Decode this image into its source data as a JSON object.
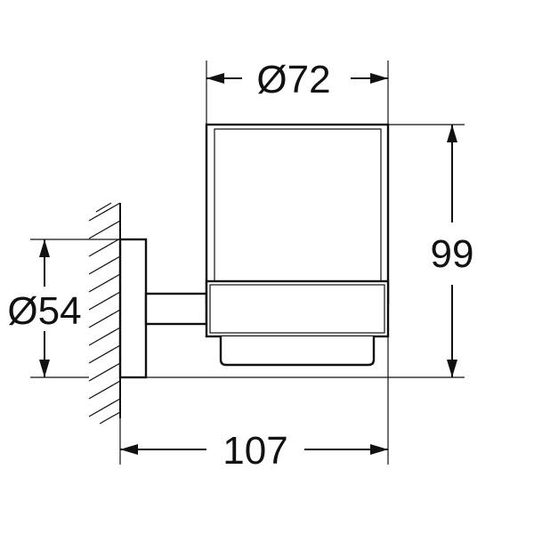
{
  "dimensions": {
    "glass_diameter": "Ø72",
    "height": "99",
    "rosette_diameter": "Ø54",
    "projection": "107"
  },
  "colors": {
    "line": "#111111",
    "background": "#ffffff"
  }
}
